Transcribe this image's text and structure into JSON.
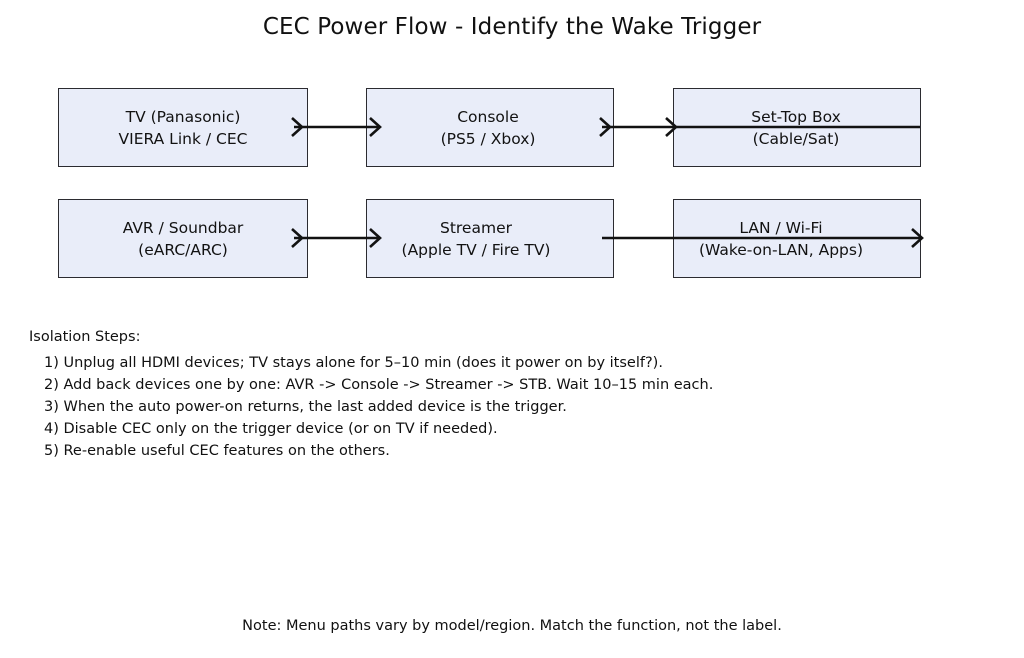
{
  "diagram": {
    "title": "CEC Power Flow - Identify the Wake Trigger",
    "accent_fill": "#e9edf9",
    "border_color": "#2b2b30",
    "background": "#ffffff",
    "rows": [
      {
        "nodes": [
          {
            "name": "tv",
            "line1": "TV (Panasonic)",
            "line2": "VIERA Link / CEC",
            "align": "center"
          },
          {
            "name": "console",
            "line1": "Console",
            "line2": "(PS5 / Xbox)",
            "align": "center"
          },
          {
            "name": "set-top-box",
            "line1": "Set-Top Box",
            "line2": "(Cable/Sat)",
            "align": "center"
          }
        ],
        "connectors": [
          {
            "from": "tv",
            "to": "console",
            "style": "arrow"
          },
          {
            "from": "console",
            "to": "set-top-box",
            "style": "arrow-through"
          }
        ]
      },
      {
        "nodes": [
          {
            "name": "avr-soundbar",
            "line1": "AVR / Soundbar",
            "line2": "(eARC/ARC)",
            "align": "center"
          },
          {
            "name": "streamer",
            "line1": "Streamer",
            "line2": "(Apple TV / Fire TV)",
            "align": "center"
          },
          {
            "name": "lan-wifi",
            "line1": "LAN / Wi-Fi",
            "line2": "(Wake-on-LAN, Apps)",
            "align": "center"
          }
        ],
        "connectors": [
          {
            "from": "avr-soundbar",
            "to": "streamer",
            "style": "arrow"
          },
          {
            "from": "streamer",
            "to": "lan-wifi",
            "style": "arrow-through"
          }
        ]
      }
    ]
  },
  "steps": {
    "heading": "Isolation Steps:",
    "items": [
      "1) Unplug all HDMI devices; TV stays alone for 5–10 min (does it power on by itself?).",
      "2) Add back devices one by one: AVR -> Console -> Streamer -> STB. Wait 10–15 min each.",
      "3) When the auto power-on returns, the last added device is the trigger.",
      "4) Disable CEC only on the trigger device (or on TV if needed).",
      "5) Re-enable useful CEC features on the others."
    ]
  },
  "footnote": "Note: Menu paths vary by model/region. Match the function, not the label."
}
